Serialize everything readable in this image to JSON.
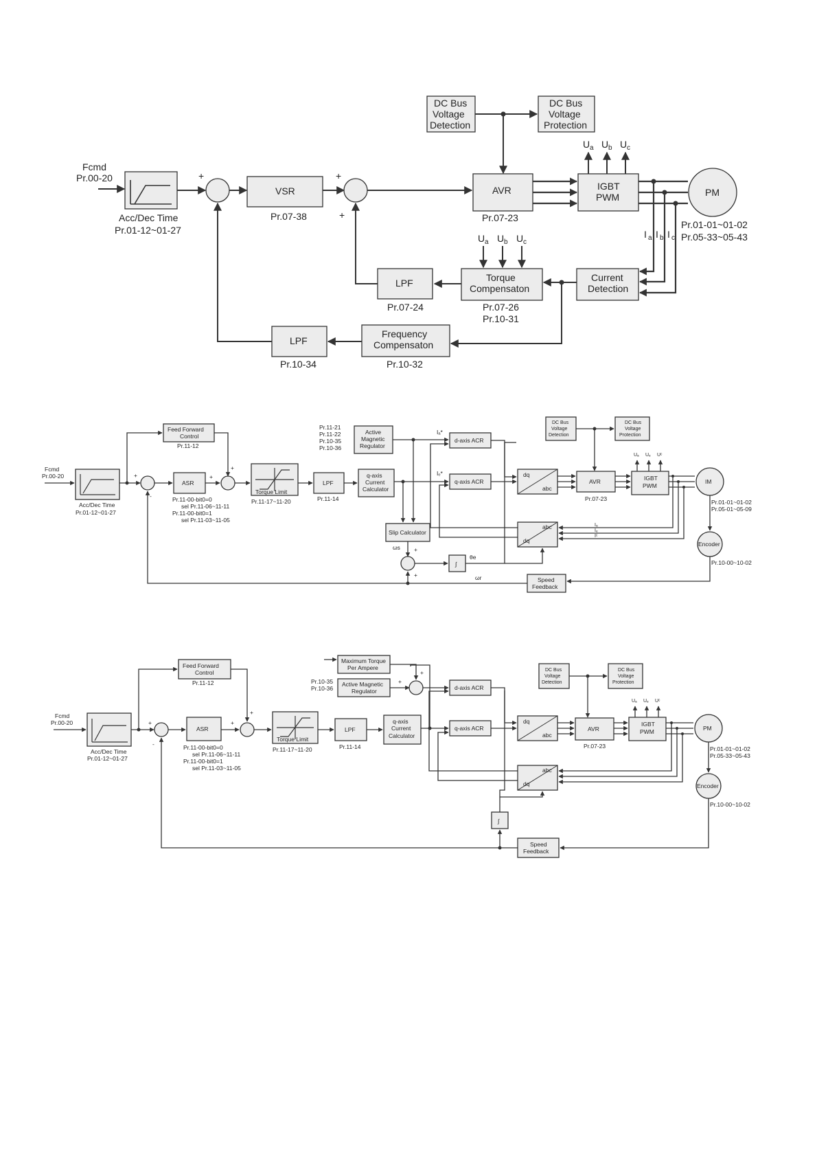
{
  "d1": {
    "fcmd": "Fcmd",
    "pr_in": "Pr.00-20",
    "accdec": "Acc/Dec Time",
    "accdec_pr": "Pr.01-12~01-27",
    "vsr": "VSR",
    "vsr_pr": "Pr.07-38",
    "dcbus_det": [
      "DC Bus",
      "Voltage",
      "Detection"
    ],
    "dcbus_prot": [
      "DC Bus",
      "Voltage",
      "Protection"
    ],
    "avr": "AVR",
    "avr_pr": "Pr.07-23",
    "igbt": [
      "IGBT",
      "PWM"
    ],
    "pm": "PM",
    "pm_pr1": "Pr.01-01~01-02",
    "pm_pr2": "Pr.05-33~05-43",
    "ua": "U",
    "ua_sub": "a",
    "ub": "U",
    "ub_sub": "b",
    "uc": "U",
    "uc_sub": "c",
    "ia": "I",
    "ia_sub": "a",
    "ib": "I",
    "ib_sub": "b",
    "ic": "I",
    "ic_sub": "c",
    "torque": [
      "Torque",
      "Compensaton"
    ],
    "torque_pr1": "Pr.07-26",
    "torque_pr2": "Pr.10-31",
    "lpf1": "LPF",
    "lpf1_pr": "Pr.07-24",
    "current": [
      "Current",
      "Detection"
    ],
    "freq": [
      "Frequency",
      "Compensaton"
    ],
    "freq_pr": "Pr.10-32",
    "lpf2": "LPF",
    "lpf2_pr": "Pr.10-34",
    "plus": "+"
  },
  "d2": {
    "fcmd": "Fcmd",
    "pr_in": "Pr.00-20",
    "accdec": "Acc/Dec Time",
    "accdec_pr": "Pr.01-12~01-27",
    "ff": [
      "Feed Forward",
      "Control"
    ],
    "ff_pr": "Pr.11-12",
    "asr": "ASR",
    "asr_pr": [
      "Pr.11-00-bit0=0",
      "sel Pr.11-06~11-11",
      "Pr.11-00-bit0=1",
      "sel Pr.11-03~11-05"
    ],
    "tlim": "Torque Limit",
    "tlim_pr": "Pr.11-17~11-20",
    "lpf": "LPF",
    "lpf_pr": "Pr.11-14",
    "qcalc": [
      "q-axis",
      "Current",
      "Calculator"
    ],
    "active_pr": [
      "Pr.11-21",
      "Pr.11-22",
      "Pr.10-35",
      "Pr.10-36"
    ],
    "active": [
      "Active",
      "Magnetic",
      "Regulator"
    ],
    "id": "Iₐ*",
    "iq": "Iₑ*",
    "dacr": "d-axis ACR",
    "qacr": "q-axis ACR",
    "dq": "dq",
    "abc": "abc",
    "dcbus_det": [
      "DC Bus",
      "Voltage",
      "Detection"
    ],
    "dcbus_prot": [
      "DC Bus",
      "Voltage",
      "Protection"
    ],
    "avr": "AVR",
    "avr_pr": "Pr.07-23",
    "igbt": [
      "IGBT",
      "PWM"
    ],
    "um": "IM",
    "im_pr1": "Pr.01-01~01-02",
    "im_pr2": "Pr.05-01~05-09",
    "u_labels": [
      "Uₐ",
      "Uₑ",
      "Uᶜ"
    ],
    "i_labels": [
      "Iₐ",
      "Iₑ",
      "Iᶜ"
    ],
    "slip": "Slip Calculator",
    "ws": "ωs",
    "we": "θe",
    "wr": "ωr",
    "integ": "∫",
    "encoder": "Encoder",
    "enc_pr": "Pr.10-00~10-02",
    "speedfb": [
      "Speed",
      "Feedback"
    ],
    "plus": "+",
    "minus": "-"
  },
  "d3": {
    "fcmd": "Fcmd",
    "pr_in": "Pr.00-20",
    "accdec": "Acc/Dec Time",
    "accdec_pr": "Pr.01-12~01-27",
    "ff": [
      "Feed Forward",
      "Control"
    ],
    "ff_pr": "Pr.11-12",
    "asr": "ASR",
    "asr_pr": [
      "Pr.11-00-bit0=0",
      "sel Pr.11-06~11-11",
      "Pr.11-00-bit0=1",
      "sel Pr.11-03~11-05"
    ],
    "tlim": "Torque Limit",
    "tlim_pr": "Pr.11-17~11-20",
    "lpf": "LPF",
    "lpf_pr": "Pr.11-14",
    "qcalc": [
      "q-axis",
      "Current",
      "Calculator"
    ],
    "mtpa": [
      "Maximum Torque",
      "Per Ampere"
    ],
    "active_pr": [
      "Pr.10-35",
      "Pr.10-36"
    ],
    "active": [
      "Active Magnetic",
      "Regulator"
    ],
    "dacr": "d-axis ACR",
    "qacr": "q-axis ACR",
    "dq": "dq",
    "abc": "abc",
    "dcbus_det": [
      "DC Bus",
      "Voltage",
      "Detection"
    ],
    "dcbus_prot": [
      "DC Bus",
      "Voltage",
      "Protection"
    ],
    "avr": "AVR",
    "avr_pr": "Pr.07-23",
    "igbt": [
      "IGBT",
      "PWM"
    ],
    "pm": "PM",
    "pm_pr1": "Pr.01-01~01-02",
    "pm_pr2": "Pr.05-33~05-43",
    "integ": "∫",
    "encoder": "Encoder",
    "enc_pr": "Pr.10-00~10-02",
    "speedfb": [
      "Speed",
      "Feedback"
    ],
    "plus": "+",
    "minus": "-"
  }
}
